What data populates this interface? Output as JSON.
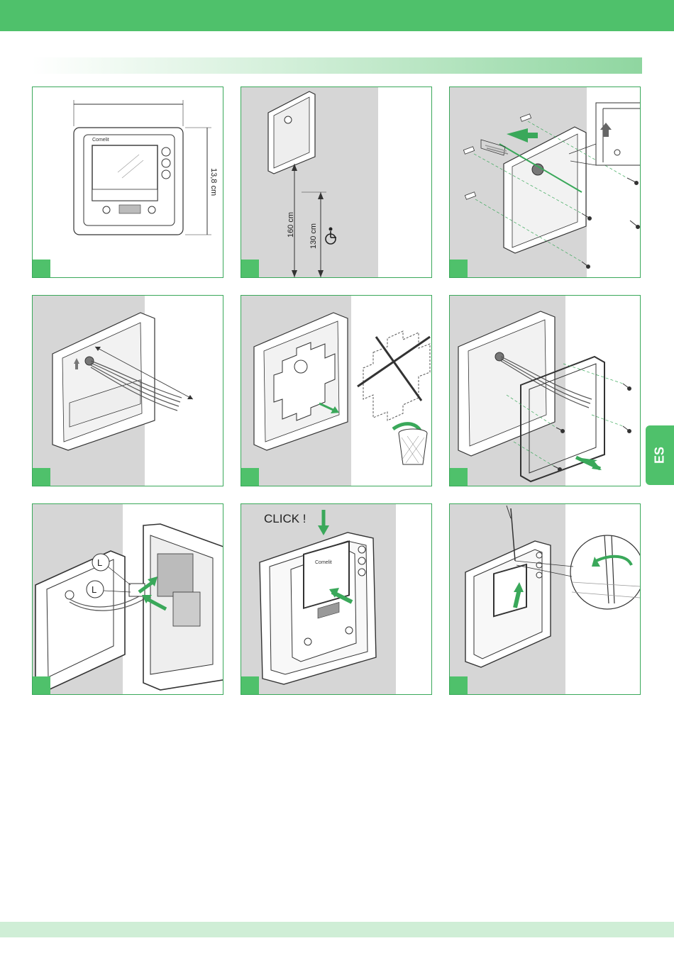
{
  "language_tab": "ES",
  "colors": {
    "accent": "#4fc16b",
    "panel_border": "#3aa85a",
    "wall_grey": "#d6d6d6"
  },
  "panels": [
    {
      "dimension_label": "13,8 cm",
      "brand": "Comelit"
    },
    {
      "height_label_1": "160 cm",
      "height_label_2": "130 cm",
      "accessibility_icon": "wheelchair-icon"
    },
    {
      "content": "wall-box-mounting-screws"
    },
    {
      "content": "cables-through-box"
    },
    {
      "content": "remove-cover-trash"
    },
    {
      "content": "frame-screws"
    },
    {
      "label_1": "L",
      "label_2": "L"
    },
    {
      "click_label": "CLICK !",
      "brand": "Comelit"
    },
    {
      "content": "screwdriver-tighten"
    }
  ]
}
